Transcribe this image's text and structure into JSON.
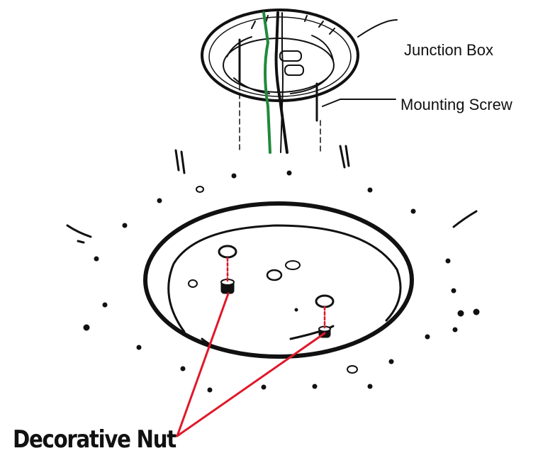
{
  "labels": {
    "junction_box": "Junction Box",
    "mounting_screw": "Mounting Screw",
    "decorative_nut": "Decorative Nut"
  },
  "colors": {
    "ink": "#111111",
    "ground_wire": "#1f8a3a",
    "pointer": "#e0182a"
  }
}
